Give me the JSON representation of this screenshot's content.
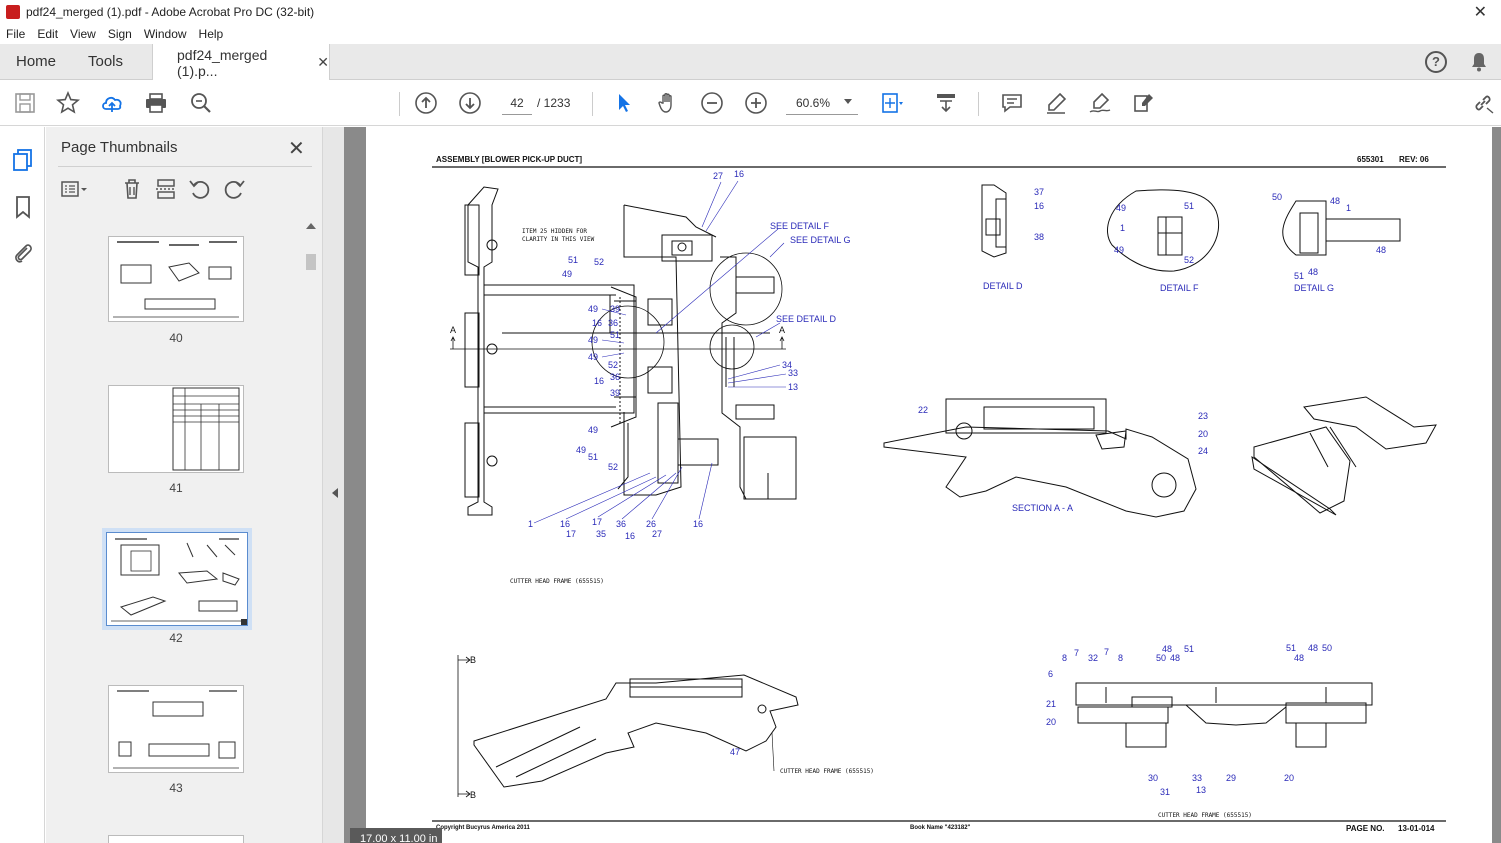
{
  "window": {
    "title": "pdf24_merged (1).pdf - Adobe Acrobat Pro DC (32-bit)",
    "close_glyph": "✕"
  },
  "menu": [
    "File",
    "Edit",
    "View",
    "Sign",
    "Window",
    "Help"
  ],
  "tabs": {
    "home": "Home",
    "tools": "Tools",
    "document": "pdf24_merged (1).p...",
    "close_glyph": "✕",
    "help_glyph": "?"
  },
  "toolbar": {
    "current_page": "42",
    "page_total": "/ 1233",
    "zoom": "60.6%"
  },
  "thumbnails": {
    "title": "Page Thumbnails",
    "close_glyph": "✕",
    "pages": [
      {
        "label": "40",
        "selected": false
      },
      {
        "label": "41",
        "selected": false
      },
      {
        "label": "42",
        "selected": true
      },
      {
        "label": "43",
        "selected": false
      }
    ]
  },
  "status": {
    "page_size": "17.00 x 11.00 in"
  },
  "document": {
    "header_title": "ASSEMBLY [BLOWER PICK-UP DUCT]",
    "header_part": "655301",
    "header_rev": "REV:   06",
    "note_hidden": "ITEM 25 HIDDEN FOR",
    "note_hidden2": "CLARITY IN THIS VIEW",
    "see_detail_f": "SEE DETAIL F",
    "see_detail_g": "SEE DETAIL G",
    "see_detail_d": "SEE DETAIL D",
    "detail_d": "DETAIL D",
    "detail_f": "DETAIL F",
    "detail_g": "DETAIL G",
    "section_aa": "SECTION A - A",
    "cutter_head_frame": "CUTTER HEAD FRAME (655515)",
    "section_a": "A",
    "section_b": "B",
    "footer_copyright": "Copyright Bucyrus America 2011",
    "footer_book": "Book Name \"423182\"",
    "footer_page_label": "PAGE NO.",
    "footer_page_no": "13-01-014"
  },
  "colors": {
    "accent": "#2a2ab8",
    "selected_thumb": "#5a8ccf",
    "viewer_bg": "#8a8a8a"
  }
}
